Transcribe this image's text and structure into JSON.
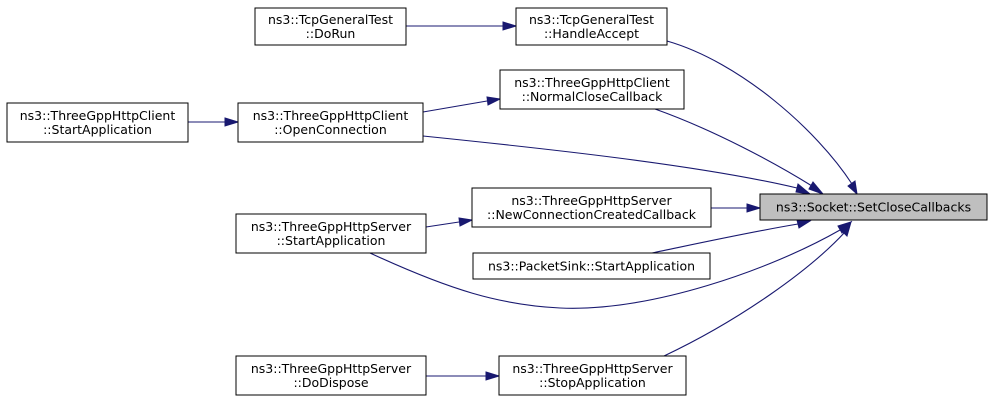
{
  "nodes": {
    "tcp_dorun": [
      "ns3::TcpGeneralTest",
      "::DoRun"
    ],
    "tcp_handleaccept": [
      "ns3::TcpGeneralTest",
      "::HandleAccept"
    ],
    "client_normalclose": [
      "ns3::ThreeGppHttpClient",
      "::NormalCloseCallback"
    ],
    "client_startapp": [
      "ns3::ThreeGppHttpClient",
      "::StartApplication"
    ],
    "client_openconn": [
      "ns3::ThreeGppHttpClient",
      "::OpenConnection"
    ],
    "server_newconn": [
      "ns3::ThreeGppHttpServer",
      "::NewConnectionCreatedCallback"
    ],
    "socket_setclose": [
      "ns3::Socket::SetCloseCallbacks"
    ],
    "server_startapp": [
      "ns3::ThreeGppHttpServer",
      "::StartApplication"
    ],
    "packetsink_startapp": [
      "ns3::PacketSink::StartApplication"
    ],
    "server_dodispose": [
      "ns3::ThreeGppHttpServer",
      "::DoDispose"
    ],
    "server_stopapp": [
      "ns3::ThreeGppHttpServer",
      "::StopApplication"
    ]
  },
  "edges": [
    [
      "tcp_dorun",
      "tcp_handleaccept"
    ],
    [
      "tcp_handleaccept",
      "socket_setclose"
    ],
    [
      "client_normalclose",
      "socket_setclose"
    ],
    [
      "client_openconn",
      "client_normalclose"
    ],
    [
      "client_openconn",
      "socket_setclose"
    ],
    [
      "client_startapp",
      "client_openconn"
    ],
    [
      "server_newconn",
      "socket_setclose"
    ],
    [
      "server_startapp",
      "server_newconn"
    ],
    [
      "server_startapp",
      "socket_setclose"
    ],
    [
      "packetsink_startapp",
      "socket_setclose"
    ],
    [
      "server_stopapp",
      "socket_setclose"
    ],
    [
      "server_dodispose",
      "server_stopapp"
    ]
  ],
  "target_node": "socket_setclose",
  "colors": {
    "edge": "#191970",
    "target_fill": "#bfbfbf",
    "node_border": "#000000"
  }
}
